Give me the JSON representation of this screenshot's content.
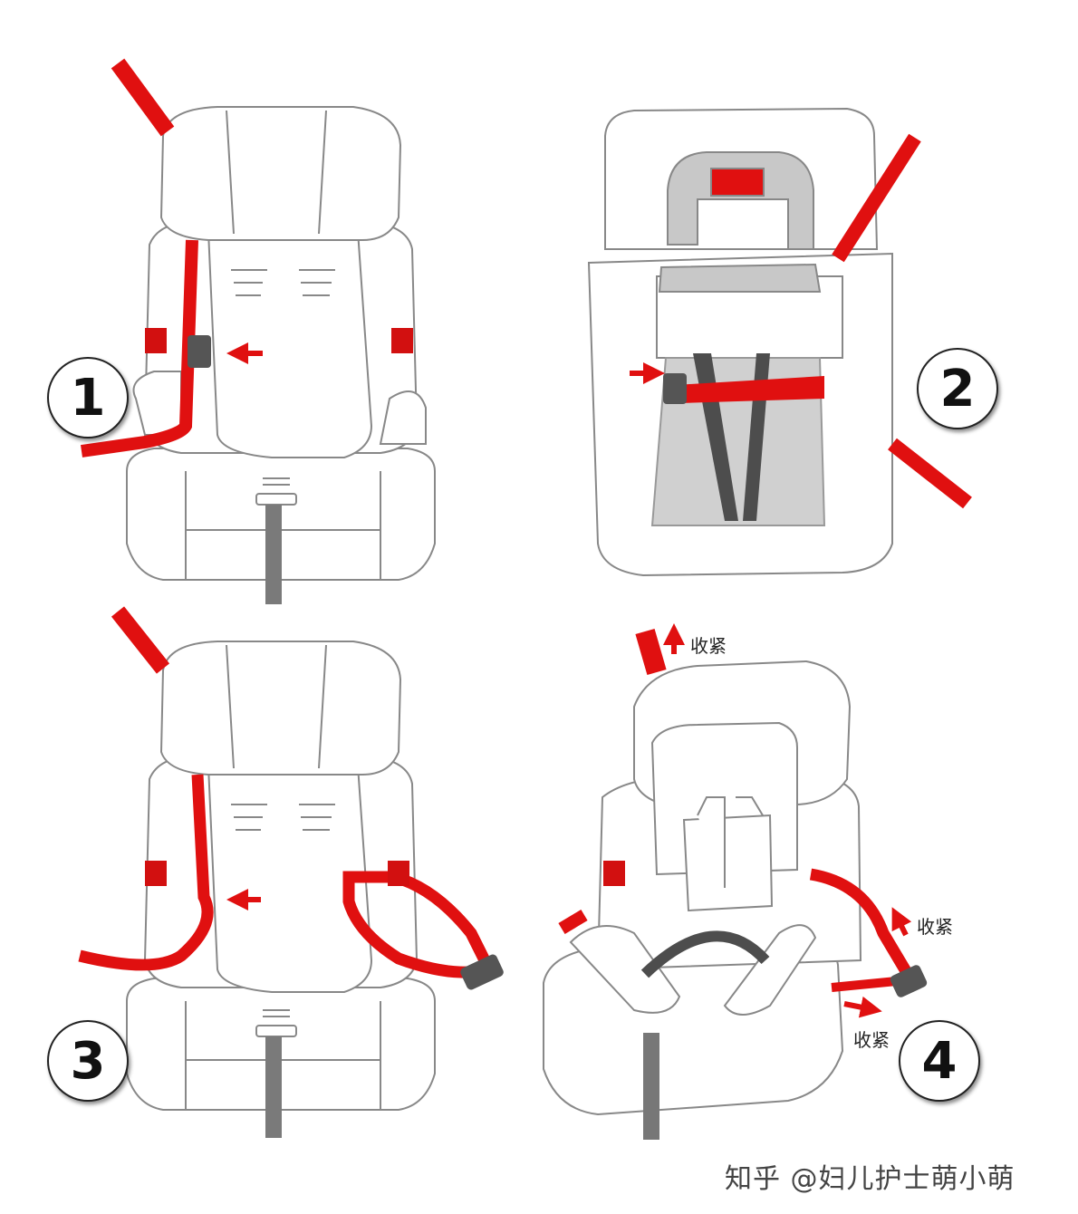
{
  "steps": [
    {
      "number": "1"
    },
    {
      "number": "2"
    },
    {
      "number": "3"
    },
    {
      "number": "4"
    }
  ],
  "annotations": {
    "tighten_top": "收紧",
    "tighten_mid": "收紧",
    "tighten_bottom": "收紧"
  },
  "watermark": "知乎 @妇儿护士萌小萌",
  "colors": {
    "belt": "#e01010",
    "outline": "#888888",
    "harness": "#4d4d4d",
    "clip": "#555555"
  }
}
